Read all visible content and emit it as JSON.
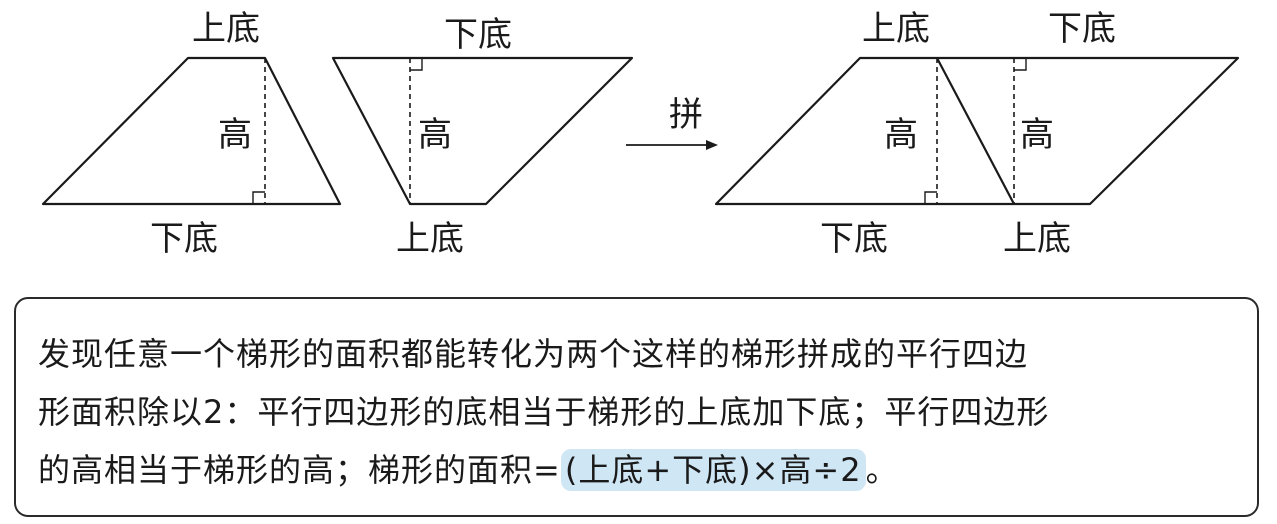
{
  "labels": {
    "upper_base": "上底",
    "lower_base": "下底",
    "height": "高",
    "combine": "拼"
  },
  "summary": {
    "line1": "发现任意一个梯形的面积都能转化为两个这样的梯形拼成的平行四边",
    "line2": "形面积除以2：平行四边形的底相当于梯形的上底加下底；平行四边形",
    "line3_prefix": "的高相当于梯形的高；梯形的面积=",
    "formula": "(上底+下底)×高÷2",
    "line3_suffix": "。"
  },
  "colors": {
    "highlight": "#cfe6f4",
    "stroke": "#1a1a1a"
  }
}
